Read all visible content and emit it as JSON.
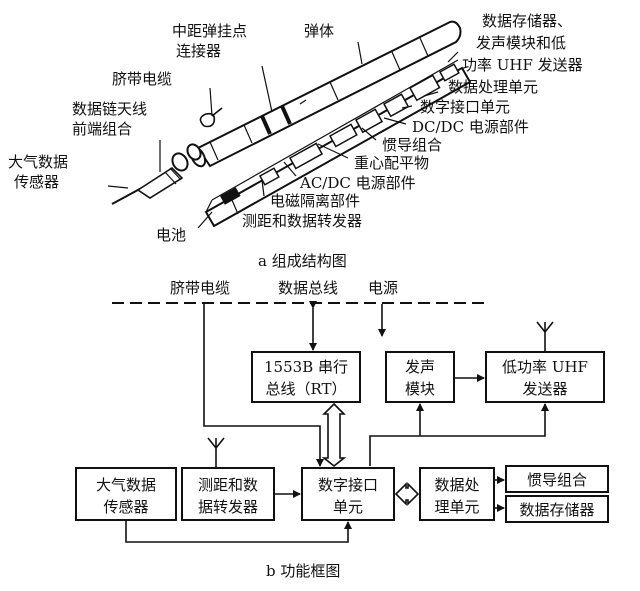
{
  "part_a": {
    "labels": {
      "atmospheric_sensor": [
        "大气数据",
        "传感器"
      ],
      "datalink_antenna": [
        "数据链天线",
        "前端组合"
      ],
      "umbilical": "脐带电缆",
      "connector": [
        "中距弹挂点",
        "连接器"
      ],
      "body": "弹体",
      "storage": [
        "数据存储器、",
        "发声模块和低",
        "功率 UHF 发送器"
      ],
      "processing": "数据处理单元",
      "digital_interface": "数字接口单元",
      "dcdc": "DC/DC 电源部件",
      "inertial": "惯导组合",
      "counterweight": "重心配平物",
      "acdc": "AC/DC 电源部件",
      "emi": "电磁隔离部件",
      "transponder": "测距和数据转发器",
      "battery": "电池"
    },
    "caption": "a  组成结构图"
  },
  "part_b": {
    "top_labels": {
      "umbilical": "脐带电缆",
      "databus": "数据总线",
      "power": "电源"
    },
    "boxes": {
      "bus1553": [
        "1553B 串行",
        "总线（RT）"
      ],
      "sound": [
        "发声",
        "模块"
      ],
      "uhf": [
        "低功率 UHF",
        "发送器"
      ],
      "air": [
        "大气数据",
        "传感器"
      ],
      "ranging": [
        "测距和数",
        "据转发器"
      ],
      "diu": [
        "数字接口",
        "单元"
      ],
      "dpu": [
        "数据处",
        "理单元"
      ],
      "inertial": "惯导组合",
      "storage": "数据存储器"
    },
    "caption": "b  功能框图"
  }
}
